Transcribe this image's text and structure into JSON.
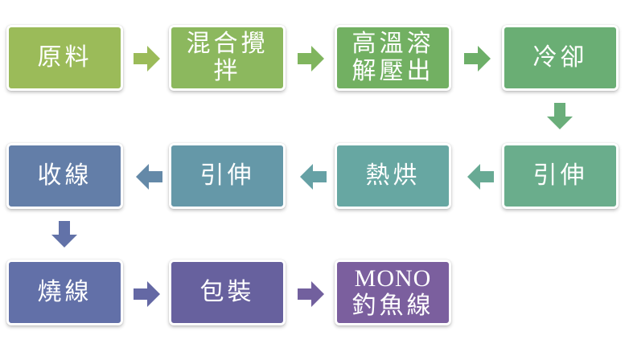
{
  "diagram": {
    "type": "process-flowchart",
    "nodes": [
      {
        "id": "n1",
        "label": "原料",
        "color": "#9bbb59"
      },
      {
        "id": "n2",
        "label": "混合攪\n拌",
        "color": "#8cb85e"
      },
      {
        "id": "n3",
        "label": "高溫溶\n解壓出",
        "color": "#72b062"
      },
      {
        "id": "n4",
        "label": "冷卻",
        "color": "#6aae74"
      },
      {
        "id": "n5",
        "label": "引伸",
        "color": "#6aad8c"
      },
      {
        "id": "n6",
        "label": "熱烘",
        "color": "#67a7a2"
      },
      {
        "id": "n7",
        "label": "引伸",
        "color": "#6598a8"
      },
      {
        "id": "n8",
        "label": "收線",
        "color": "#637ea8"
      },
      {
        "id": "n9",
        "label": "燒線",
        "color": "#6270a8"
      },
      {
        "id": "n10",
        "label": "包裝",
        "color": "#67619e"
      },
      {
        "id": "n11_line1",
        "label": "MONO",
        "color": "#7b5f9e"
      },
      {
        "id": "n11_line2",
        "label": "釣魚線",
        "color": "#7b5f9e"
      }
    ],
    "edges": [
      {
        "from": "原料",
        "to": "混合攪拌",
        "direction": "right",
        "color": "#9bbb59"
      },
      {
        "from": "混合攪拌",
        "to": "高溫溶解壓出",
        "direction": "right",
        "color": "#80b55e"
      },
      {
        "from": "高溫溶解壓出",
        "to": "冷卻",
        "direction": "right",
        "color": "#6daf68"
      },
      {
        "from": "冷卻",
        "to": "引伸",
        "direction": "down",
        "color": "#6aae7a"
      },
      {
        "from": "引伸",
        "to": "熱烘",
        "direction": "left",
        "color": "#68aa94"
      },
      {
        "from": "熱烘",
        "to": "引伸",
        "direction": "left",
        "color": "#66a1a5"
      },
      {
        "from": "引伸",
        "to": "收線",
        "direction": "left",
        "color": "#6489a8"
      },
      {
        "from": "收線",
        "to": "燒線",
        "direction": "down",
        "color": "#6272a8"
      },
      {
        "from": "燒線",
        "to": "包裝",
        "direction": "right",
        "color": "#6468a4"
      },
      {
        "from": "包裝",
        "to": "MONO 釣魚線",
        "direction": "right",
        "color": "#72609e"
      }
    ]
  }
}
